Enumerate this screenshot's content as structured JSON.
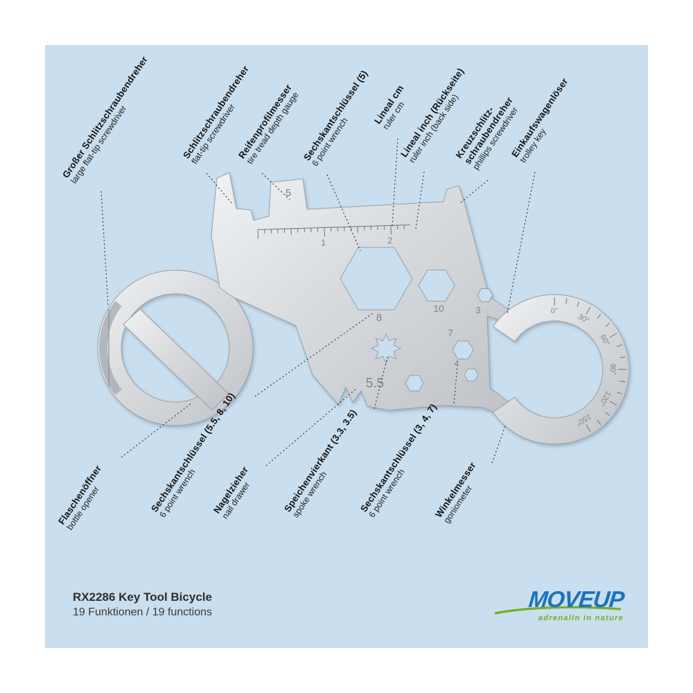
{
  "page": {
    "background": "#ffffff",
    "panel_color": "#c9deee"
  },
  "product": {
    "code_title": "RX2286 Key Tool Bicycle",
    "functions_line": "19 Funktionen / 19 functions"
  },
  "logo": {
    "text": "MOVEUP",
    "tagline": "adrenalin in nature",
    "blue": "#1b72c0",
    "green": "#74b11e"
  },
  "labels_top": [
    {
      "de": "Großer Schlitzschraubendreher",
      "en": "large flat-tip screwdriver"
    },
    {
      "de": "Schlitzschraubendreher",
      "en": "flat-tip screwdriver"
    },
    {
      "de": "Reifenprofilmesser",
      "en": "tire tread depth gauge"
    },
    {
      "de": "Sechskantschlüssel (5)",
      "en": "6 point wrench"
    },
    {
      "de": "Lineal cm",
      "en": "ruler cm"
    },
    {
      "de": "Lineal inch (Rückseite)",
      "en": "ruler inch (back side)"
    },
    {
      "de": "Kreuzschlitz-",
      "de2": "schraubendreher",
      "en": "phillips screwdriver"
    },
    {
      "de": "Einkaufswagenlöser",
      "en": "trolley key"
    }
  ],
  "labels_bottom": [
    {
      "de": "Flaschenöffner",
      "en": "bottle opener"
    },
    {
      "de": "Sechskantschlüssel (5.5, 8, 10)",
      "en": "6 point wrench"
    },
    {
      "de": "Nagelzieher",
      "en": "nail drawer"
    },
    {
      "de": "Speichenvierkant (3.3, 3.5)",
      "en": "spoke wrench"
    },
    {
      "de": "Sechskantschlüssel (3, 4, 7)",
      "en": "6 point wrench"
    },
    {
      "de": "Winkelmesser",
      "en": "goniometer"
    }
  ],
  "tool": {
    "markings": {
      "tread": "5",
      "ruler": [
        "1",
        "2"
      ],
      "hexes": [
        "8",
        "10",
        "3",
        "7",
        "4",
        "5.5"
      ],
      "goniometer": [
        "0°",
        "30°",
        "60°",
        "90°",
        "120°",
        "150°"
      ]
    }
  }
}
